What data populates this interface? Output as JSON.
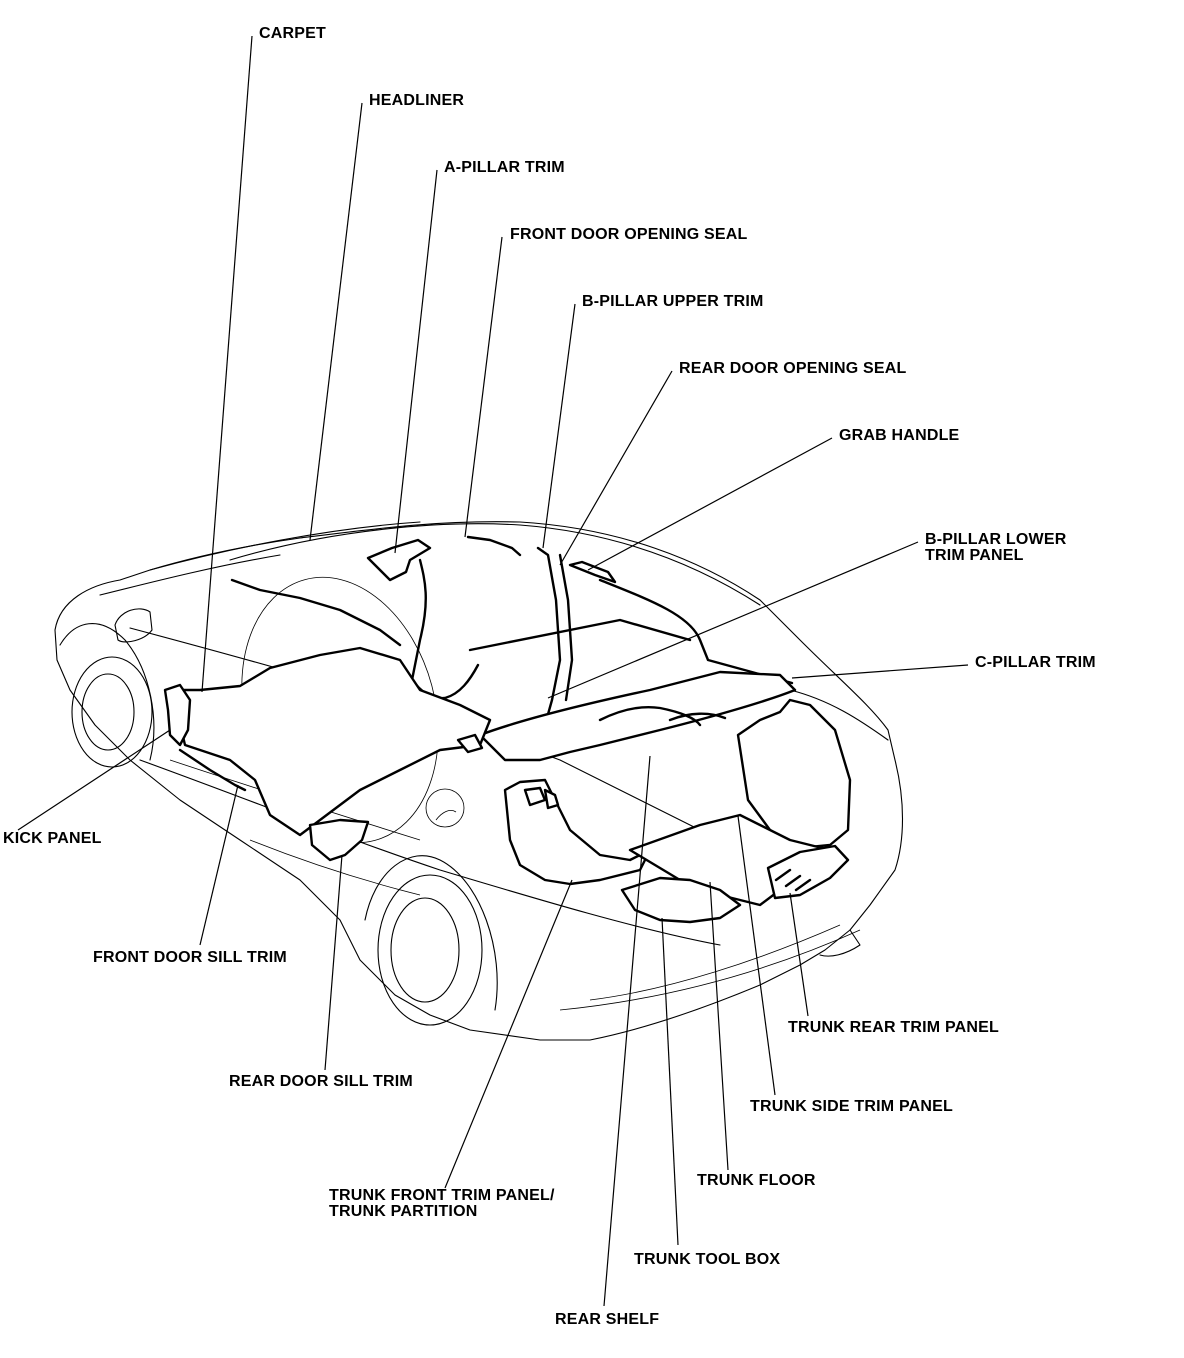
{
  "labels": {
    "carpet": "CARPET",
    "headliner": "HEADLINER",
    "a_pillar_trim": "A-PILLAR TRIM",
    "front_door_opening_seal": "FRONT DOOR OPENING SEAL",
    "b_pillar_upper_trim": "B-PILLAR UPPER TRIM",
    "rear_door_opening_seal": "REAR DOOR OPENING SEAL",
    "grab_handle": "GRAB HANDLE",
    "b_pillar_lower_trim_panel_line1": "B-PILLAR LOWER",
    "b_pillar_lower_trim_panel_line2": "TRIM PANEL",
    "c_pillar_trim": "C-PILLAR TRIM",
    "kick_panel": "KICK PANEL",
    "front_door_sill_trim": "FRONT DOOR SILL TRIM",
    "rear_door_sill_trim": "REAR DOOR SILL TRIM",
    "trunk_rear_trim_panel": "TRUNK REAR TRIM PANEL",
    "trunk_side_trim_panel": "TRUNK SIDE TRIM PANEL",
    "trunk_floor": "TRUNK FLOOR",
    "trunk_front_trim_panel_line1": "TRUNK FRONT TRIM PANEL/",
    "trunk_front_trim_panel_line2": "TRUNK PARTITION",
    "trunk_tool_box": "TRUNK TOOL BOX",
    "rear_shelf": "REAR SHELF"
  }
}
